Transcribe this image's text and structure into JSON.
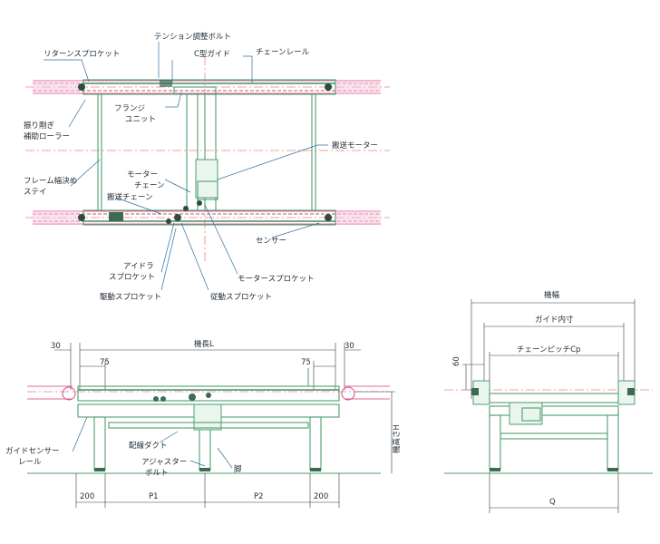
{
  "plan_view": {
    "labels": {
      "return_sprocket": "リターンスプロケット",
      "tension_bolt": "テンション調整ボルト",
      "c_guide": "C型ガイド",
      "chain_rail": "チェーンレール",
      "flange_unit_1": "フランジ",
      "flange_unit_2": "ユニット",
      "swing_roller_1": "振り剛ぎ",
      "swing_roller_2": "補助ローラー",
      "conveyor_motor": "搬送モーター",
      "frame_stay_1": "フレーム幅決め",
      "frame_stay_2": "ステイ",
      "motor_chain_1": "モーター",
      "motor_chain_2": "チェーン",
      "conveyor_chain": "搬送チェーン",
      "sensor": "センサー",
      "idler_1": "アイドラ",
      "idler_2": "スプロケット",
      "motor_sprocket": "モータースプロケット",
      "drive_sprocket": "駆動スプロケット",
      "driven_sprocket": "従動スプロケット"
    }
  },
  "side_view": {
    "dims": {
      "left_30": "30",
      "right_30": "30",
      "machine_length": "機長L",
      "left_75": "75",
      "right_75": "75",
      "machine_height": "機高さH",
      "bottom_200_left": "200",
      "p1": "P1",
      "p2": "P2",
      "bottom_200_right": "200"
    },
    "labels": {
      "guide_sensor_rail_1": "ガイドセンサー",
      "guide_sensor_rail_2": "レール",
      "wiring_duct": "配線ダクト",
      "adjuster_bolt_1": "アジャスター",
      "adjuster_bolt_2": "ボルト",
      "leg": "脚"
    }
  },
  "end_view": {
    "dims": {
      "machine_width": "機幅",
      "guide_inner": "ガイド内寸",
      "chain_pitch": "チェーンピッチCp",
      "height_60": "60",
      "q": "Q"
    }
  },
  "colors": {
    "frame": "#4f9f6e",
    "chain": "#d64a87",
    "centerline": "#ef8080",
    "leader": "#2f6f9f",
    "dimension": "#2f3b45"
  }
}
